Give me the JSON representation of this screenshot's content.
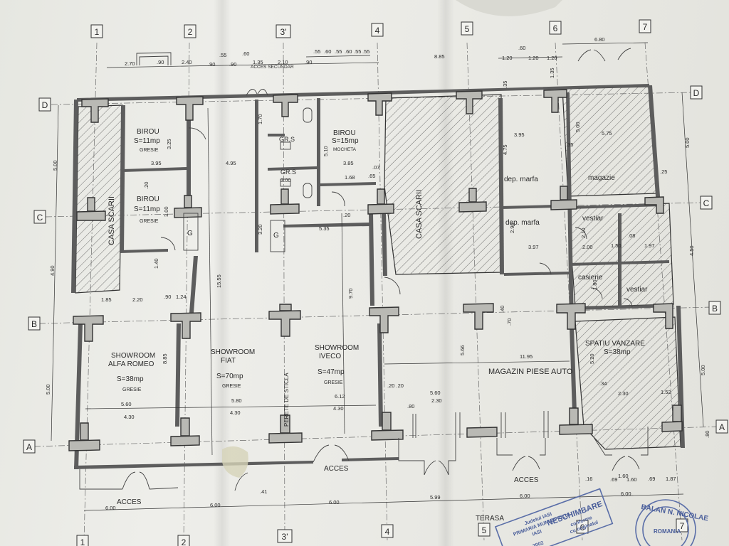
{
  "axes": {
    "columns": [
      "1",
      "2",
      "3'",
      "4",
      "5",
      "6",
      "7"
    ],
    "rows": [
      "D",
      "C",
      "B",
      "A"
    ]
  },
  "rooms": {
    "birou_top": {
      "name": "BIROU",
      "area": "S=11mp",
      "finish": "GRESIE"
    },
    "birou_mid": {
      "name": "BIROU",
      "area": "S=11mp",
      "finish": "GRESIE"
    },
    "birou_right": {
      "name": "BIROU",
      "area": "S=15mp",
      "finish": "MOCHETA"
    },
    "gr_s_1": "GR.S",
    "gr_s_2": "GR.S",
    "g_1": "G",
    "g_2": "G",
    "casa_scarii_left": "CASA SCARII",
    "casa_scarii_right": "CASA SCARII",
    "dep_marfa_1": "dep. marfa",
    "dep_marfa_2": "dep. marfa",
    "magazie": "magazie",
    "vestiar_1": "vestiar",
    "vestiar_2": "vestiar",
    "casierie": "casierie",
    "spatiu_vanzare": {
      "name": "SPATIU VANZARE",
      "area": "S=38mp"
    },
    "showroom_alfa": {
      "name": "SHOWROOM",
      "brand": "ALFA ROMEO",
      "area": "S=38mp",
      "finish": "GRESIE"
    },
    "showroom_fiat": {
      "name": "SHOWROOM",
      "brand": "FIAT",
      "area": "S=70mp",
      "finish": "GRESIE"
    },
    "showroom_iveco": {
      "name": "SHOWROOM",
      "brand": "IVECO",
      "area": "S=47mp",
      "finish": "GRESIE"
    },
    "magazin": "MAGAZIN PIESE AUTO",
    "perete_sticla": "PERETE DE STICLA"
  },
  "entrances": {
    "acces_secundar": "ACCES SECUNDAR",
    "acces": "ACCES",
    "terasa": "TERASA"
  },
  "dimensions": {
    "top": [
      "2.70",
      ".90",
      "2.40",
      ".55",
      ".90",
      ".60",
      ".90",
      "1.35",
      "2.10",
      ".90",
      ".55",
      ".60",
      ".55",
      ".60",
      ".55",
      ".55",
      "8.85",
      "1.20",
      ".60",
      "1.20",
      "1.20",
      "6.80",
      "1.35",
      ".35",
      "1.70"
    ],
    "bottom": [
      "6.00",
      "6.00",
      "6.00",
      "5.99",
      "6.00",
      "6.00",
      ".41",
      "1.60",
      ".69",
      ".69",
      "1.87",
      ".16"
    ],
    "left": [
      "5.00",
      "4.90",
      "5.00",
      "15.55",
      "8.85"
    ],
    "right": [
      "5.00",
      "4.50",
      "5.00",
      ".80"
    ],
    "interior": [
      "3.25",
      "3.95",
      "3.00",
      "4.95",
      "5.10",
      "3.85",
      "1.68",
      ".65",
      ".07",
      "3.20",
      "5.35",
      "9.70",
      "1.85",
      "2.20",
      ".90",
      "1.24",
      "5.60",
      "4.30",
      "5.80",
      "4.30",
      "6.12",
      "4.30",
      "5.60",
      "2.30",
      ".80",
      "11.95",
      "3.95",
      "4.75",
      "2.90",
      "3.97",
      "5.75",
      "5.00",
      "2.00",
      "1.50",
      "1.97",
      "5.20",
      "2.30",
      "1.52",
      ".34",
      ".20",
      ".25",
      ".35",
      ".40",
      ".70",
      "2.10",
      ".20 .20",
      "1.80",
      "1.40",
      "3.00",
      ".20",
      ".08",
      "1.60",
      "5.66"
    ]
  },
  "stamps": {
    "stamp_left": [
      "Judetul IASI",
      "PRIMARIA MUNICIPIULUI",
      "IASI",
      "NESCHIMBARE",
      "conforme",
      "cu originalul",
      "2002"
    ],
    "stamp_right": [
      "BALAN N. NICOLAE",
      "ROMANIA"
    ]
  }
}
